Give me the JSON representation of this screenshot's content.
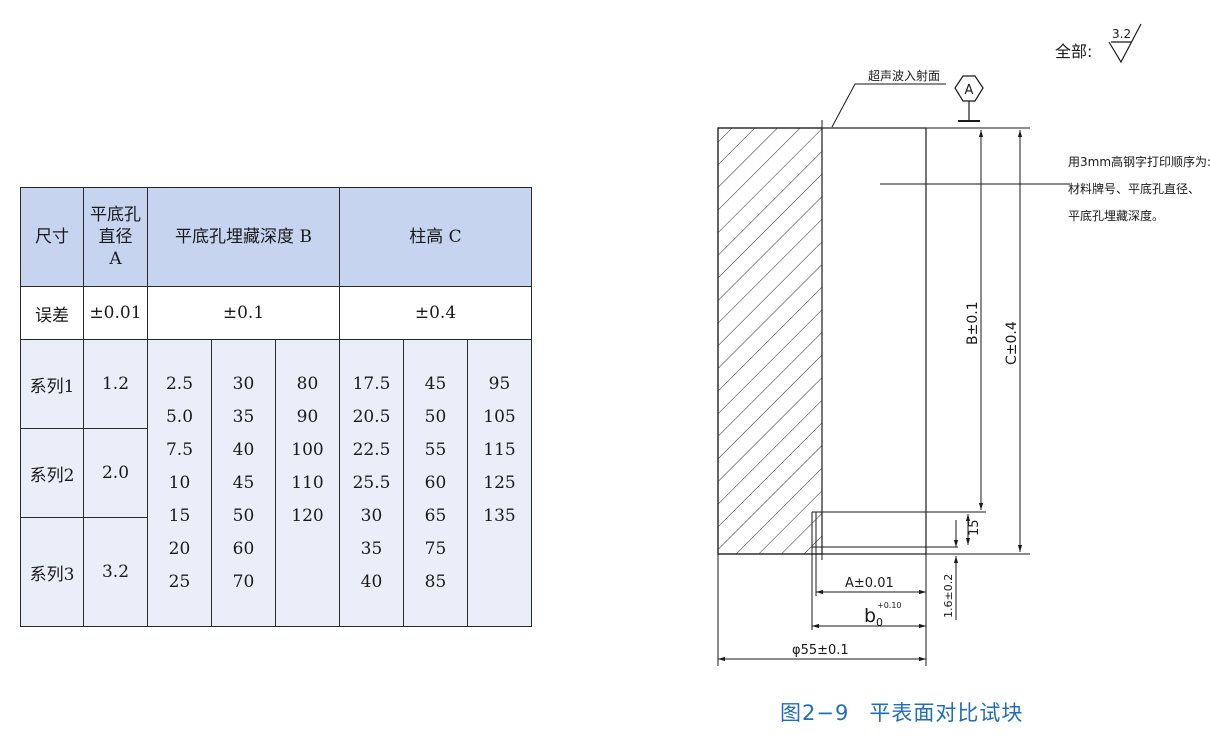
{
  "table": {
    "header": {
      "size": "尺寸",
      "diam": [
        "平底孔",
        "直径",
        "A"
      ],
      "depth": "平底孔埋藏深度 B",
      "height": "柱高 C"
    },
    "tolerance": {
      "label": "误差",
      "a": "±0.01",
      "b": "±0.1",
      "c": "±0.4"
    },
    "series": [
      {
        "name": "系列1",
        "diameter": "1.2"
      },
      {
        "name": "系列2",
        "diameter": "2.0"
      },
      {
        "name": "系列3",
        "diameter": "3.2"
      }
    ],
    "depth_columns": [
      [
        "2.5",
        "5.0",
        "7.5",
        "10",
        "15",
        "20",
        "25"
      ],
      [
        "30",
        "35",
        "40",
        "45",
        "50",
        "60",
        "70"
      ],
      [
        "80",
        "90",
        "100",
        "110",
        "120"
      ]
    ],
    "height_columns": [
      [
        "17.5",
        "20.5",
        "22.5",
        "25.5",
        "30",
        "35",
        "40"
      ],
      [
        "45",
        "50",
        "55",
        "60",
        "65",
        "75",
        "85"
      ],
      [
        "95",
        "105",
        "115",
        "125",
        "135"
      ]
    ]
  },
  "drawing": {
    "surface_finish_prefix": "全部:",
    "surface_finish_value": "3.2",
    "incident_label": "超声波入射面",
    "datum_label": "A",
    "note_lines": [
      "用3mm高钢字打印顺序为:",
      "材料牌号、平底孔直径、",
      "平底孔埋藏深度。"
    ],
    "dim_b": "B±0.1",
    "dim_c": "C±0.4",
    "dim_15": "15",
    "dim_a": "A±0.01",
    "dim_b0_base": "b",
    "dim_b0_sub": "0",
    "dim_b0_sup": "+0.10",
    "dim_16": "1.6±0.2",
    "dim_diam": "φ55±0.1"
  },
  "caption": {
    "fig": "图2−9",
    "title": "平表面对比试块"
  }
}
